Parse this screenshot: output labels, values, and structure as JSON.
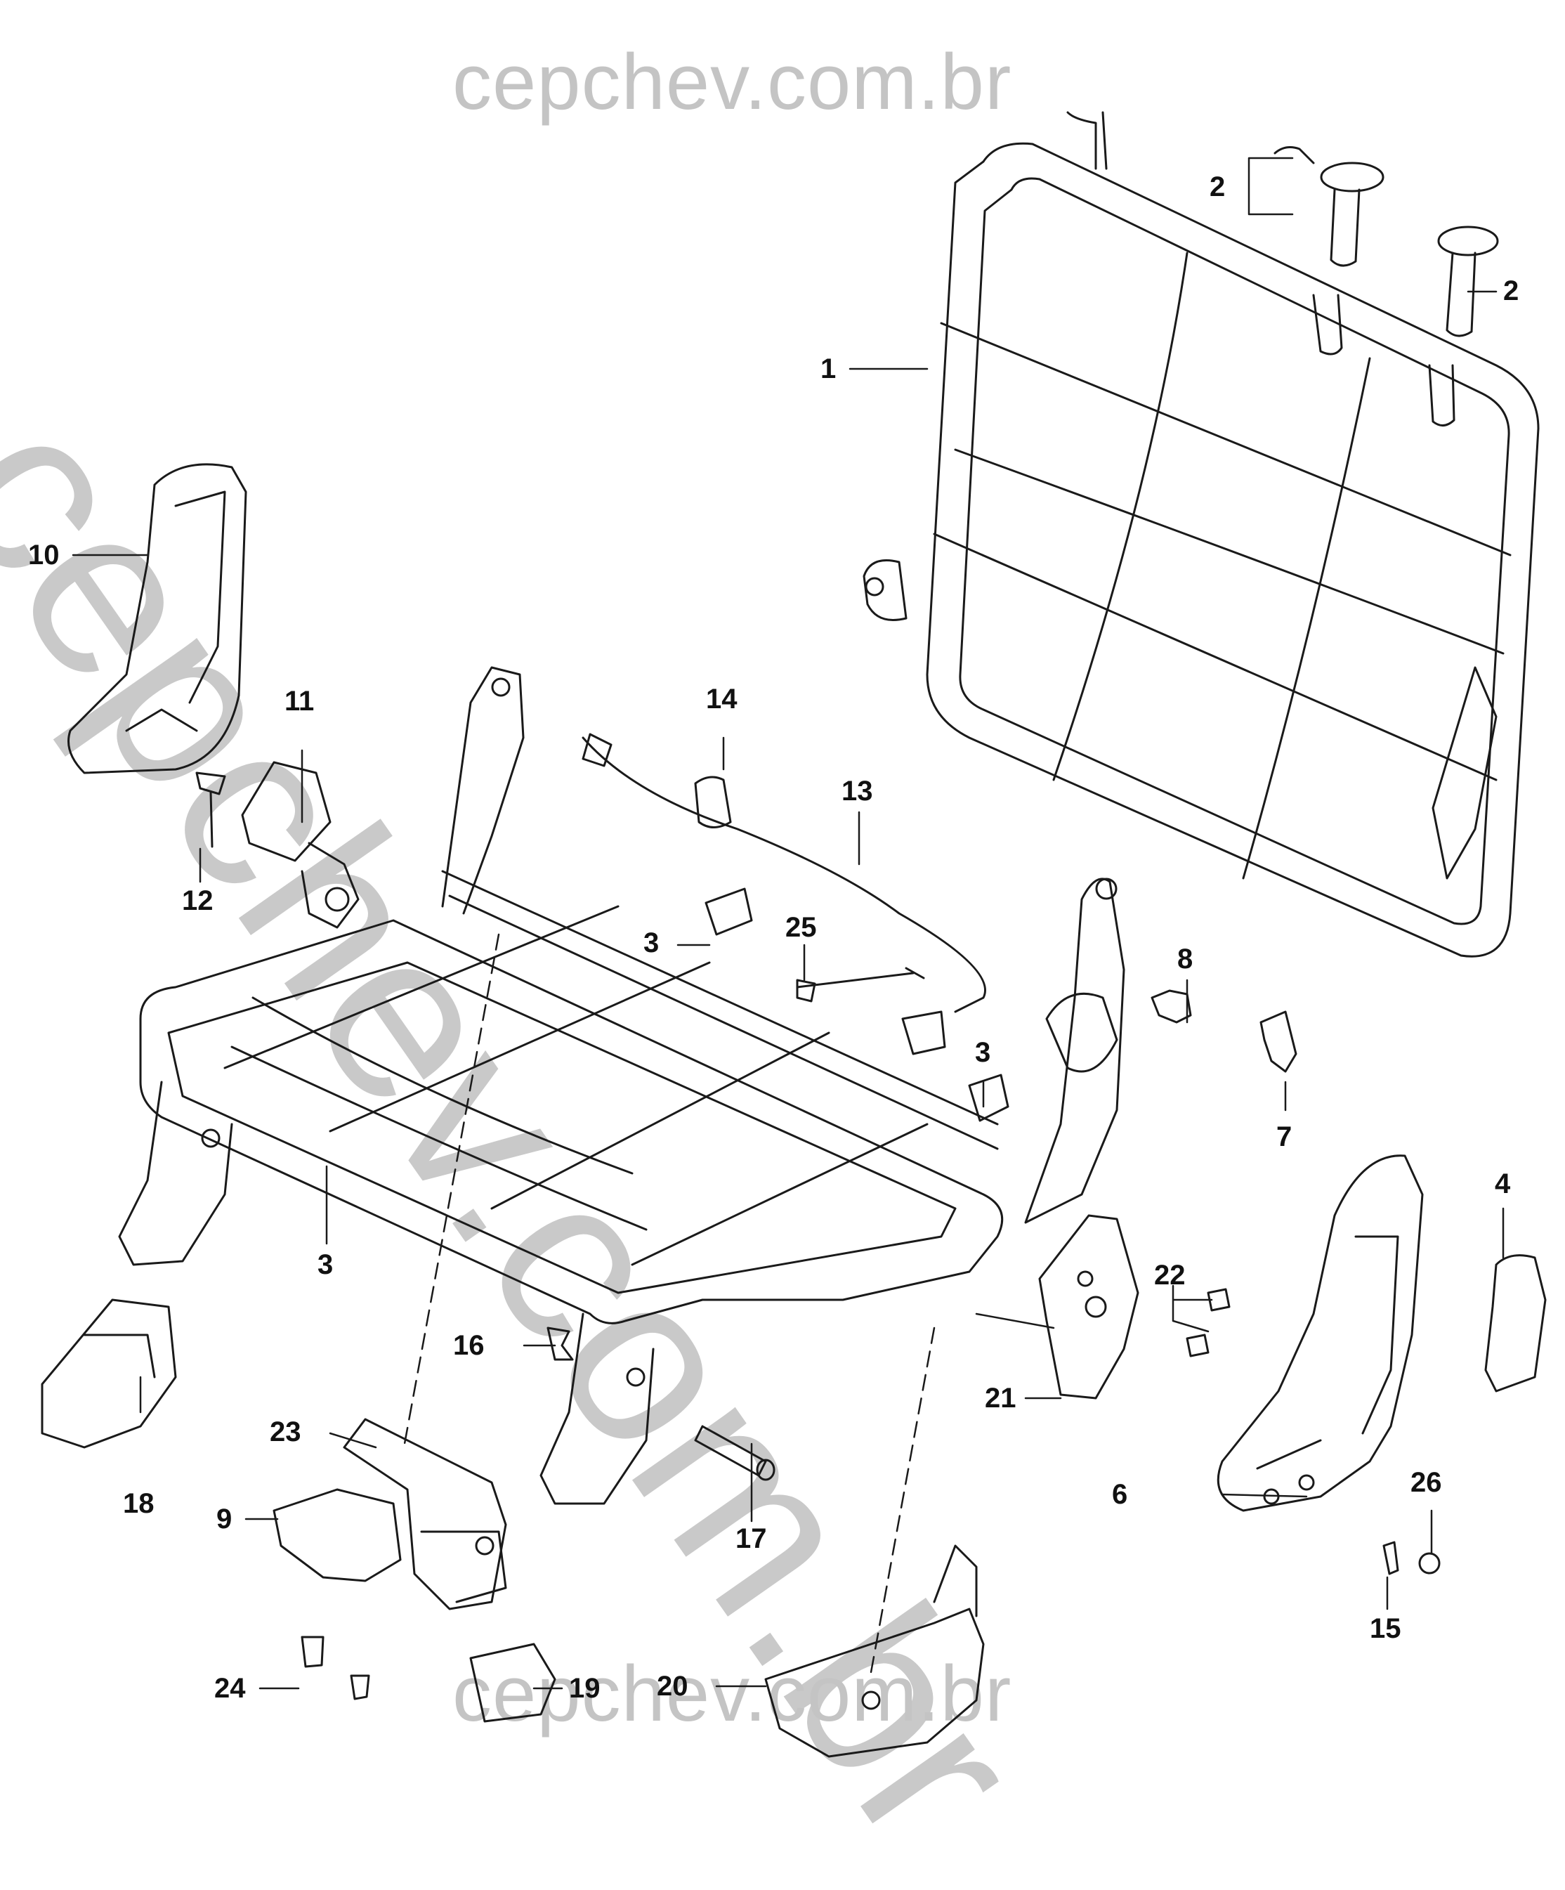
{
  "watermarks": {
    "top": "cepchev.com.br",
    "diagonal": "cepchev.com.br",
    "bottom": "cepchev.com.br"
  },
  "callouts": [
    {
      "id": "1",
      "label": "1"
    },
    {
      "id": "2a",
      "label": "2"
    },
    {
      "id": "2b",
      "label": "2"
    },
    {
      "id": "3a",
      "label": "3"
    },
    {
      "id": "3b",
      "label": "3"
    },
    {
      "id": "3c",
      "label": "3"
    },
    {
      "id": "4",
      "label": "4"
    },
    {
      "id": "6",
      "label": "6"
    },
    {
      "id": "7",
      "label": "7"
    },
    {
      "id": "8",
      "label": "8"
    },
    {
      "id": "9",
      "label": "9"
    },
    {
      "id": "10",
      "label": "10"
    },
    {
      "id": "11",
      "label": "11"
    },
    {
      "id": "12",
      "label": "12"
    },
    {
      "id": "13",
      "label": "13"
    },
    {
      "id": "14",
      "label": "14"
    },
    {
      "id": "15",
      "label": "15"
    },
    {
      "id": "16",
      "label": "16"
    },
    {
      "id": "17",
      "label": "17"
    },
    {
      "id": "18",
      "label": "18"
    },
    {
      "id": "19",
      "label": "19"
    },
    {
      "id": "20",
      "label": "20"
    },
    {
      "id": "21",
      "label": "21"
    },
    {
      "id": "22",
      "label": "22"
    },
    {
      "id": "23",
      "label": "23"
    },
    {
      "id": "24",
      "label": "24"
    },
    {
      "id": "25",
      "label": "25"
    },
    {
      "id": "26",
      "label": "26"
    }
  ]
}
